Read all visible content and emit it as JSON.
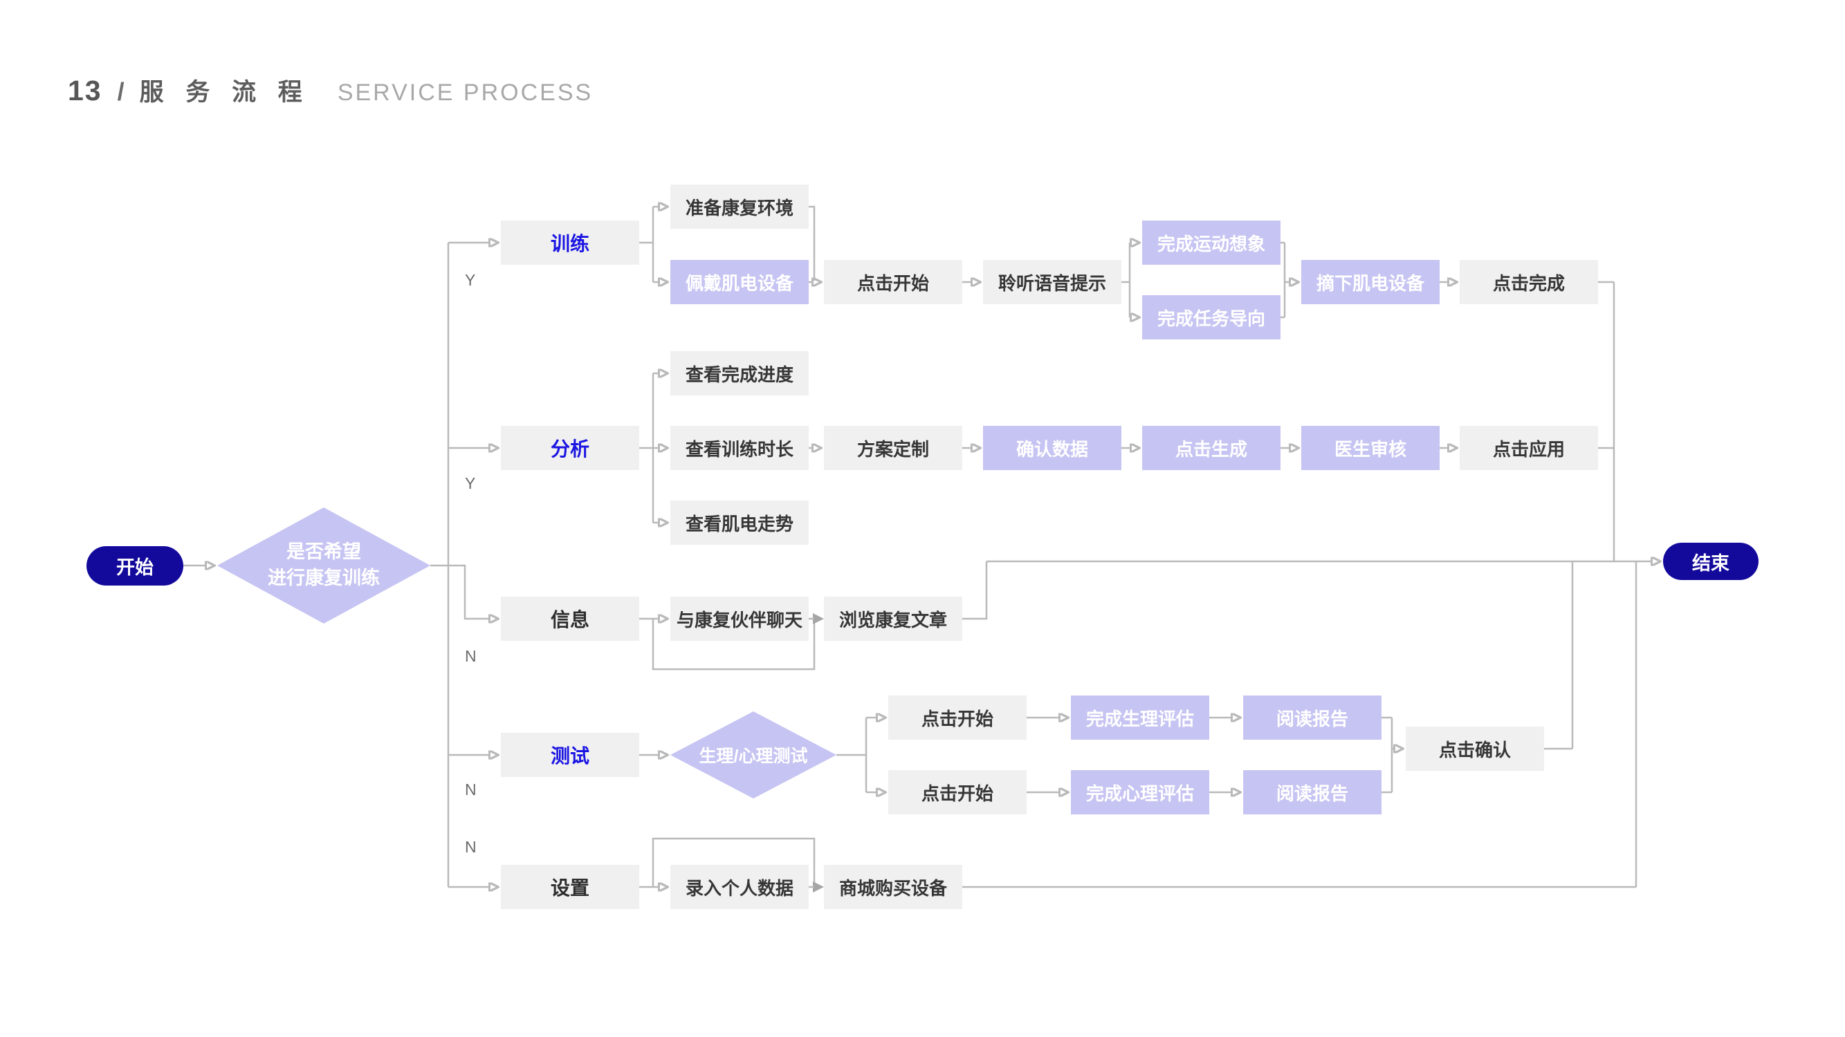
{
  "header": {
    "page_number": "13",
    "separator": "/",
    "title_zh": "服 务 流 程",
    "title_en": "SERVICE PROCESS"
  },
  "palette": {
    "terminal_navy": "#130a9c",
    "process_purple": "#c6c4f2",
    "process_gray": "#f0f0f0",
    "category_blue": "#1b15e2",
    "connector_gray": "#b9b9b9",
    "arrowhead_gray": "#a6a6a6"
  },
  "terminals": {
    "start": "开始",
    "end": "结束"
  },
  "decisions": {
    "main_line1": "是否希望",
    "main_line2": "进行康复训练",
    "test": "生理/心理测试"
  },
  "branch_labels": {
    "train": "Y",
    "analyze": "Y",
    "info": "N",
    "test": "N",
    "settings": "N"
  },
  "nodes": {
    "train": "训练",
    "analyze": "分析",
    "info": "信息",
    "test": "测试",
    "settings": "设置",
    "prepare_env": "准备康复环境",
    "wear_device": "佩戴肌电设备",
    "click_start_train": "点击开始",
    "listen_voice": "聆听语音提示",
    "motor_imagery": "完成运动想象",
    "task_oriented": "完成任务导向",
    "remove_device": "摘下肌电设备",
    "click_finish": "点击完成",
    "view_progress": "查看完成进度",
    "view_duration": "查看训练时长",
    "view_emg_trend": "查看肌电走势",
    "plan_customize": "方案定制",
    "confirm_data": "确认数据",
    "click_generate": "点击生成",
    "doctor_review": "医生审核",
    "click_apply": "点击应用",
    "chat_partner": "与康复伙伴聊天",
    "browse_articles": "浏览康复文章",
    "click_start_physio": "点击开始",
    "physio_eval": "完成生理评估",
    "read_report_physio": "阅读报告",
    "click_start_psych": "点击开始",
    "psych_eval": "完成心理评估",
    "read_report_psych": "阅读报告",
    "click_confirm": "点击确认",
    "enter_personal_data": "录入个人数据",
    "mall_buy_device": "商城购买设备"
  },
  "edges": [
    "开始 → 是否希望进行康复训练",
    "是否希望进行康复训练 →(Y) 训练",
    "是否希望进行康复训练 →(Y) 分析",
    "是否希望进行康复训练 →(N) 信息",
    "是否希望进行康复训练 →(N) 测试",
    "是否希望进行康复训练 →(N) 设置",
    "训练 → 准备康复环境",
    "训练 → 佩戴肌电设备",
    "准备康复环境 → 点击开始",
    "佩戴肌电设备 → 点击开始",
    "点击开始 → 聆听语音提示",
    "聆听语音提示 → 完成运动想象",
    "聆听语音提示 → 完成任务导向",
    "完成运动想象 → 摘下肌电设备",
    "完成任务导向 → 摘下肌电设备",
    "摘下肌电设备 → 点击完成",
    "点击完成 → 结束",
    "分析 → 查看完成进度",
    "分析 → 查看训练时长",
    "分析 → 查看肌电走势",
    "查看训练时长 → 方案定制",
    "方案定制 → 确认数据",
    "确认数据 → 点击生成",
    "点击生成 → 医生审核",
    "医生审核 → 点击应用",
    "点击应用 → 结束",
    "信息 → 与康复伙伴聊天",
    "信息 → 浏览康复文章",
    "与康复伙伴聊天 → 浏览康复文章",
    "浏览康复文章 → 结束",
    "测试 → 生理/心理测试",
    "生理/心理测试 → 点击开始(生理)",
    "生理/心理测试 → 点击开始(心理)",
    "点击开始(生理) → 完成生理评估",
    "完成生理评估 → 阅读报告",
    "点击开始(心理) → 完成心理评估",
    "完成心理评估 → 阅读报告",
    "阅读报告 → 点击确认",
    "点击确认 → 结束",
    "设置 → 录入个人数据",
    "设置 → 商城购买设备",
    "录入个人数据 → 商城购买设备",
    "商城购买设备 → 结束"
  ]
}
